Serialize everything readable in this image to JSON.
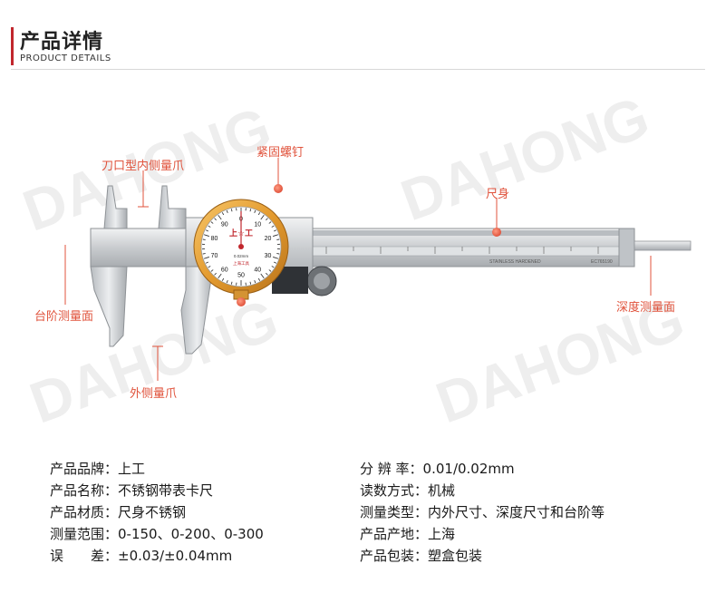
{
  "header": {
    "title": "产品详情",
    "subtitle": "PRODUCT DETAILS"
  },
  "watermark": "DAHONG",
  "callouts": {
    "knife_jaw": "刀口型内侧量爪",
    "locking_screw": "紧固螺钉",
    "ruler_body": "尺身",
    "step_face": "台阶测量面",
    "depth_face": "深度测量面",
    "outer_jaw": "外侧量爪"
  },
  "dial": {
    "numbers": [
      "0",
      "10",
      "20",
      "30",
      "40",
      "50",
      "60",
      "70",
      "80",
      "90"
    ],
    "brand": "上☆工",
    "unit_text": "0.02mm",
    "maker": "上海工具"
  },
  "scale_text": {
    "stainless": "STAINLESS HARDENED",
    "serial": "EC765190"
  },
  "specs": {
    "left": [
      {
        "label": "产品品牌：",
        "value": "上工"
      },
      {
        "label": "产品名称：",
        "value": "不锈钢带表卡尺"
      },
      {
        "label": "产品材质：",
        "value": "尺身不锈钢"
      },
      {
        "label": "测量范围：",
        "value": "0-150、0-200、0-300"
      },
      {
        "label": "误　　差：",
        "value": "±0.03/±0.04mm"
      }
    ],
    "right": [
      {
        "label": "分 辨 率：",
        "value": "0.01/0.02mm"
      },
      {
        "label": "读数方式：",
        "value": "机械"
      },
      {
        "label": "测量类型：",
        "value": "内外尺寸、深度尺寸和台阶等"
      },
      {
        "label": "产品产地：",
        "value": "上海"
      },
      {
        "label": "产品包装：",
        "value": "塑盒包装"
      }
    ]
  },
  "colors": {
    "accent": "#c1272d",
    "callout": "#e0533c",
    "dial_rim": "#e8a53a"
  }
}
